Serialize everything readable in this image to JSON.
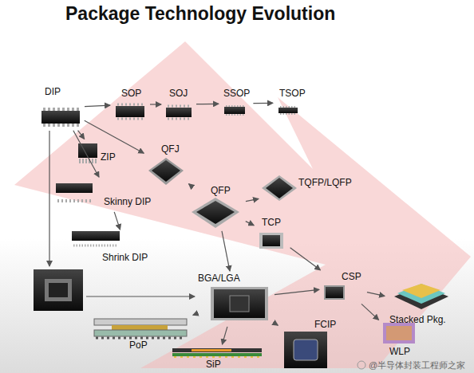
{
  "diagram": {
    "title": "Package Technology Evolution",
    "nodes": [
      {
        "text": [
          "DIP"
        ]
      },
      {
        "text": [
          "SOP"
        ]
      },
      {
        "text": [
          "SOJ"
        ]
      },
      {
        "text": [
          "SSOP"
        ]
      },
      {
        "text": [
          "TSOP"
        ]
      },
      {
        "text": [
          "ZIP"
        ]
      },
      {
        "text": [
          "QFJ"
        ]
      },
      {
        "text": [
          "QFP"
        ]
      },
      {
        "text": [
          "TQFP/LQFP"
        ]
      },
      {
        "text": [
          "Skinny DIP"
        ]
      },
      {
        "text": [
          "Shrink DIP"
        ]
      },
      {
        "text": [
          "TCP"
        ]
      },
      {
        "text": [
          "BGA/LGA"
        ]
      },
      {
        "text": [
          "CSP"
        ]
      },
      {
        "text": [
          "Stacked Pkg."
        ]
      },
      {
        "text": [
          "PoP"
        ]
      },
      {
        "text": [
          "SiP"
        ]
      },
      {
        "text": [
          "FCIP"
        ]
      },
      {
        "text": [
          "WLP"
        ]
      }
    ],
    "edges": [
      {
        "from": 0,
        "to": 1,
        "arrow": "to"
      },
      {
        "from": 1,
        "to": 2,
        "arrow": "to"
      },
      {
        "from": 2,
        "to": 3,
        "arrow": "to"
      },
      {
        "from": 3,
        "to": 4,
        "arrow": "to"
      },
      {
        "from": 0,
        "to": 5,
        "arrow": "to"
      },
      {
        "from": 0,
        "to": 6,
        "arrow": "to"
      },
      {
        "from": 0,
        "to": 9,
        "arrow": "to"
      },
      {
        "from": 9,
        "to": 10,
        "arrow": "to"
      },
      {
        "from": 6,
        "to": 7,
        "arrow": "to"
      },
      {
        "from": 7,
        "to": 8,
        "arrow": "to"
      },
      {
        "from": 7,
        "to": 11,
        "arrow": "to"
      },
      {
        "from": 11,
        "to": 13,
        "arrow": "to"
      },
      {
        "from": 7,
        "to": 12,
        "arrow": "to"
      },
      {
        "from": 12,
        "to": 13,
        "arrow": "to"
      },
      {
        "from": 13,
        "to": 14,
        "arrow": "to"
      },
      {
        "from": 13,
        "to": 18,
        "arrow": "to"
      },
      {
        "from": 12,
        "to": 15,
        "arrow": "to"
      },
      {
        "from": 12,
        "to": 16,
        "arrow": "to"
      },
      {
        "from": 12,
        "to": 17,
        "arrow": "to"
      }
    ],
    "labels": [
      "@半导体封装工程师之家"
    ]
  }
}
